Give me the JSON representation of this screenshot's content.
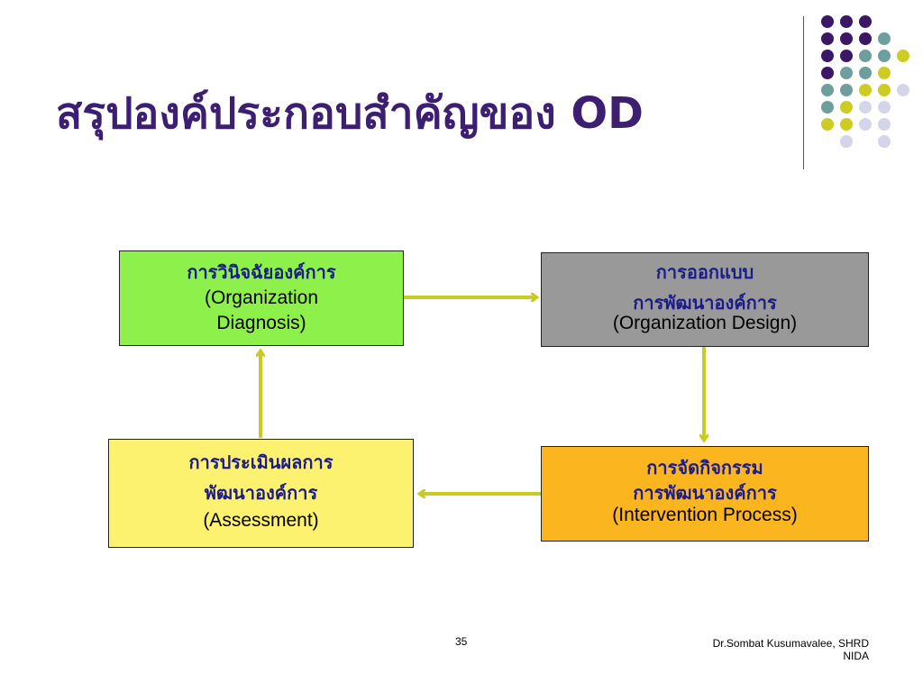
{
  "title": "สรุปองค์ประกอบสำคัญของ OD",
  "boxes": {
    "diagnosis": {
      "thai": "การวินิจฉัยองค์การ",
      "en1": "(Organization",
      "en2": "Diagnosis)",
      "color": "#8ef04a"
    },
    "design": {
      "thai1": "การออกแบบ",
      "thai2": "การพัฒนาองค์การ",
      "en": "(Organization Design)",
      "color": "#999999"
    },
    "intervention": {
      "thai1": "การจัดกิจกรรม",
      "thai2": "การพัฒนาองค์การ",
      "en": "(Intervention Process)",
      "color": "#fbb51f"
    },
    "assessment": {
      "thai1": "การประเมินผลการ",
      "thai2": "พัฒนาองค์การ",
      "en": "(Assessment)",
      "color": "#fdf170"
    }
  },
  "arrow_color": "#c8cc22",
  "footer": {
    "page_number": "35",
    "author_line1": "Dr.Sombat Kusumavalee, SHRD",
    "author_line2": "NIDA"
  },
  "decoration_colors": {
    "purple": "#3b1766",
    "teal": "#6f9f9c",
    "yellow": "#cccc22",
    "lavender": "#d5d5ea"
  }
}
